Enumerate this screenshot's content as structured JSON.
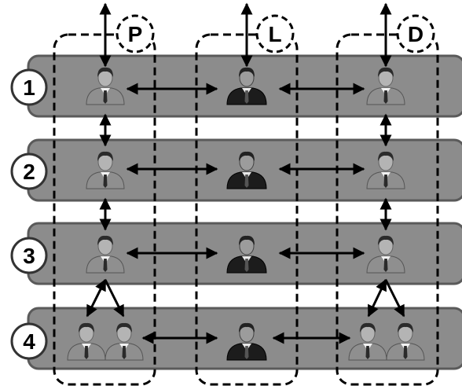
{
  "diagram": {
    "columns": [
      {
        "label": "P"
      },
      {
        "label": "L"
      },
      {
        "label": "D"
      }
    ],
    "rows": [
      {
        "label": "1"
      },
      {
        "label": "2"
      },
      {
        "label": "3"
      },
      {
        "label": "4"
      }
    ],
    "colors": {
      "row_band": "#8c8c8c",
      "row_band_edge": "#5a5a5a",
      "person_gray": "#9a9a9a",
      "person_dark": "#1e1e1e",
      "arrow": "#000000",
      "badge_fill": "#ffffff"
    },
    "icons": [
      "person-icon",
      "double-arrow-icon"
    ]
  }
}
